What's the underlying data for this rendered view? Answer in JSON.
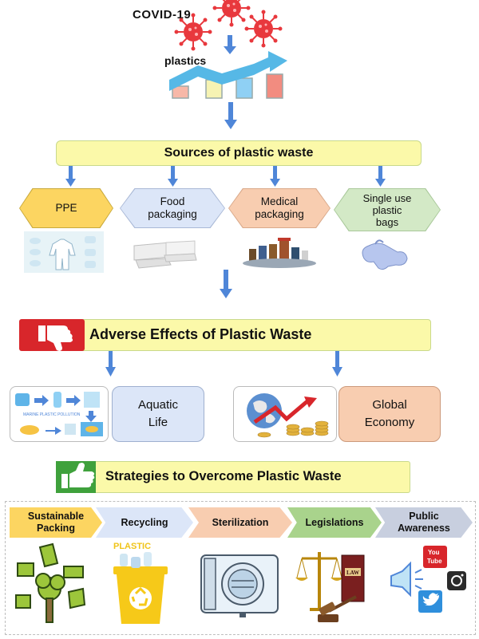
{
  "top": {
    "covid_label": "COVID-19",
    "plastics_label": "plastics"
  },
  "sources": {
    "title": "Sources of plastic waste",
    "items": [
      {
        "label": "PPE",
        "color": "#fcd561"
      },
      {
        "label": "Food\npackaging",
        "color": "#dce6f8"
      },
      {
        "label": "Medical\npackaging",
        "color": "#f8cdb0"
      },
      {
        "label": "Single use\nplastic\nbags",
        "color": "#d3e9c6"
      }
    ]
  },
  "adverse": {
    "title": "Adverse Effects of Plastic Waste",
    "effects": [
      {
        "label": "Aquatic\nLife",
        "color": "#dce6f8"
      },
      {
        "label": "Global\nEconomy",
        "color": "#f8cdb0"
      }
    ],
    "inset_text": "MARINE PLASTIC POLLUTION"
  },
  "strategies": {
    "title": "Strategies to Overcome Plastic Waste",
    "items": [
      {
        "label": "Sustainable\nPacking",
        "color": "#fcd561"
      },
      {
        "label": "Recycling",
        "color": "#dce6f8"
      },
      {
        "label": "Sterilization",
        "color": "#f8cdb0"
      },
      {
        "label": "Legislations",
        "color": "#a9d38c"
      },
      {
        "label": "Public\nAwareness",
        "color": "#c8cfdf"
      }
    ],
    "recycling_caption": "PLASTIC",
    "law_book_text": "LAW",
    "youtube_text": "You\nTube"
  },
  "colors": {
    "virus": "#e8383d",
    "arrow": "#4f86d8",
    "bar_fill": "#fbf9a9"
  }
}
